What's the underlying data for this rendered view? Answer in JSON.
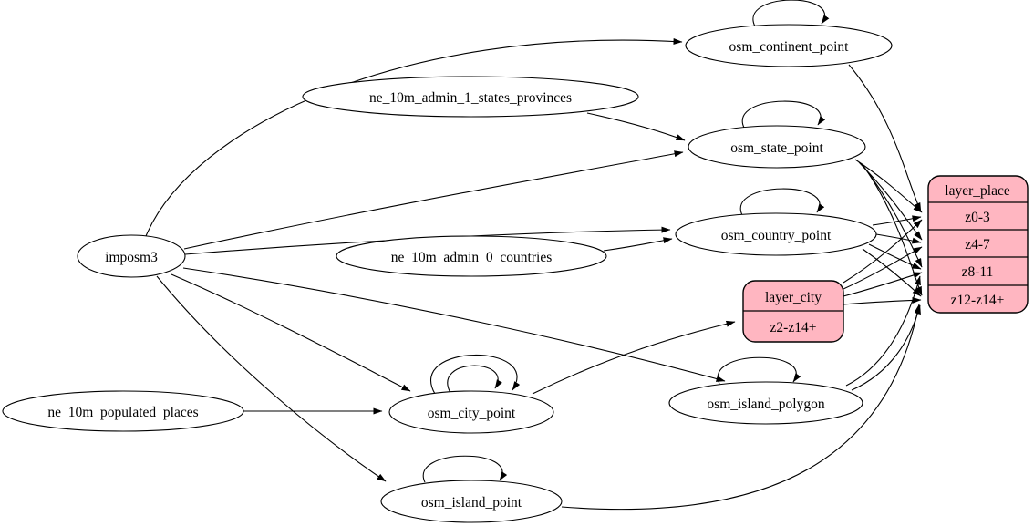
{
  "diagram": {
    "kind": "etl-graph",
    "background_color": "#ffffff",
    "node_fill": "#ffffff",
    "record_fill": "#ffb6c1",
    "line_color": "#000000",
    "nodes": {
      "imposm3": {
        "label": "imposm3"
      },
      "ne_10m_admin_1_states_provinces": {
        "label": "ne_10m_admin_1_states_provinces"
      },
      "ne_10m_admin_0_countries": {
        "label": "ne_10m_admin_0_countries"
      },
      "ne_10m_populated_places": {
        "label": "ne_10m_populated_places"
      },
      "osm_continent_point": {
        "label": "osm_continent_point"
      },
      "osm_state_point": {
        "label": "osm_state_point"
      },
      "osm_country_point": {
        "label": "osm_country_point"
      },
      "osm_city_point": {
        "label": "osm_city_point"
      },
      "osm_island_polygon": {
        "label": "osm_island_polygon"
      },
      "osm_island_point": {
        "label": "osm_island_point"
      }
    },
    "records": {
      "layer_place": {
        "title": "layer_place",
        "rows": [
          "z0-3",
          "z4-7",
          "z8-11",
          "z12-z14+"
        ]
      },
      "layer_city": {
        "title": "layer_city",
        "rows": [
          "z2-z14+"
        ]
      }
    },
    "edges": [
      {
        "from": "imposm3",
        "to": "osm_continent_point"
      },
      {
        "from": "imposm3",
        "to": "osm_state_point"
      },
      {
        "from": "imposm3",
        "to": "osm_country_point"
      },
      {
        "from": "imposm3",
        "to": "osm_city_point"
      },
      {
        "from": "imposm3",
        "to": "osm_island_polygon"
      },
      {
        "from": "imposm3",
        "to": "osm_island_point"
      },
      {
        "from": "ne_10m_admin_1_states_provinces",
        "to": "osm_state_point"
      },
      {
        "from": "ne_10m_admin_0_countries",
        "to": "osm_country_point"
      },
      {
        "from": "ne_10m_populated_places",
        "to": "osm_city_point"
      },
      {
        "from": "osm_continent_point",
        "to": "osm_continent_point"
      },
      {
        "from": "osm_state_point",
        "to": "osm_state_point"
      },
      {
        "from": "osm_country_point",
        "to": "osm_country_point"
      },
      {
        "from": "osm_city_point",
        "to": "osm_city_point"
      },
      {
        "from": "osm_city_point",
        "to": "osm_city_point"
      },
      {
        "from": "osm_island_polygon",
        "to": "osm_island_polygon"
      },
      {
        "from": "osm_island_point",
        "to": "osm_island_point"
      },
      {
        "from": "osm_continent_point",
        "to": "layer_place:z0-3"
      },
      {
        "from": "osm_state_point",
        "to": "layer_place:z0-3"
      },
      {
        "from": "osm_state_point",
        "to": "layer_place:z4-7"
      },
      {
        "from": "osm_state_point",
        "to": "layer_place:z8-11"
      },
      {
        "from": "osm_state_point",
        "to": "layer_place:z12-z14+"
      },
      {
        "from": "osm_country_point",
        "to": "layer_place:z0-3"
      },
      {
        "from": "osm_country_point",
        "to": "layer_place:z4-7"
      },
      {
        "from": "osm_country_point",
        "to": "layer_place:z8-11"
      },
      {
        "from": "osm_country_point",
        "to": "layer_place:z12-z14+"
      },
      {
        "from": "osm_city_point",
        "to": "layer_city:z2-z14+"
      },
      {
        "from": "layer_city",
        "to": "layer_place:z0-3"
      },
      {
        "from": "layer_city",
        "to": "layer_place:z4-7"
      },
      {
        "from": "layer_city",
        "to": "layer_place:z8-11"
      },
      {
        "from": "layer_city",
        "to": "layer_place:z12-z14+"
      },
      {
        "from": "osm_island_polygon",
        "to": "layer_place:z8-11"
      },
      {
        "from": "osm_island_polygon",
        "to": "layer_place:z12-z14+"
      },
      {
        "from": "osm_island_point",
        "to": "layer_place:z12-z14+"
      }
    ]
  }
}
